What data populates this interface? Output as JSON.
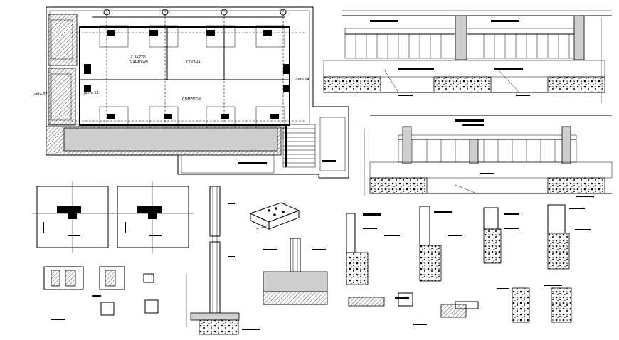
{
  "plan": {
    "rooms": {
      "guard_room_line1": "CUARTO",
      "guard_room_line2": "GUARDIAN",
      "kitchen": "COCINA",
      "dining": "COMEDOR"
    },
    "axis_labels": {
      "left_top": "junta 02",
      "left_mid": "junta 03",
      "right": "junta 04"
    }
  }
}
